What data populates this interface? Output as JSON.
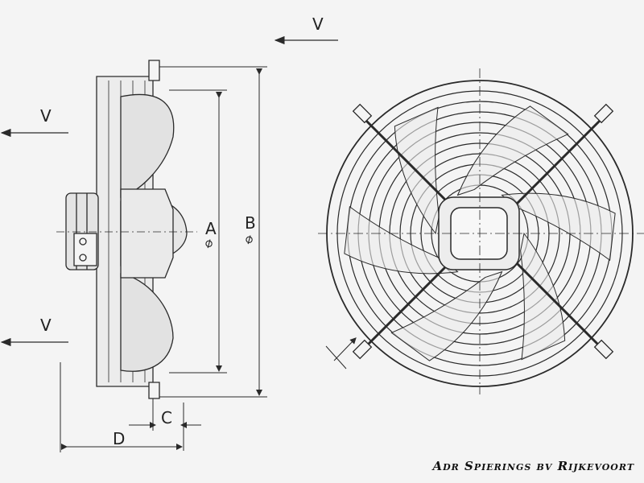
{
  "dimensions": {
    "a": "A",
    "b": "B",
    "c": "C",
    "d": "D",
    "diameter_symbol": "⌀"
  },
  "airflow": {
    "label": "V"
  },
  "credit": "Adr Spierings bv Rijkevoort",
  "colors": {
    "line": "#2a2a2a",
    "background": "#f4f4f4",
    "fill_light": "#e6e6e6"
  }
}
